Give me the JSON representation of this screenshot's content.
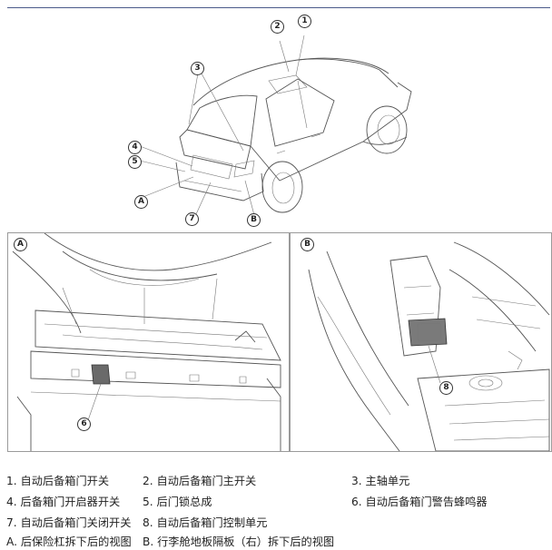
{
  "diagram": {
    "callouts_top": [
      "1",
      "2",
      "3",
      "4",
      "5",
      "A",
      "7",
      "B"
    ],
    "panel_a_label": "A",
    "panel_b_label": "B",
    "panel_a_callout": "6",
    "panel_b_callout": "8"
  },
  "legend": [
    {
      "id": "1",
      "text": "1. 自动后备箱门开关"
    },
    {
      "id": "2",
      "text": "2. 自动后备箱门主开关"
    },
    {
      "id": "3",
      "text": "3. 主轴单元"
    },
    {
      "id": "4",
      "text": "4. 后备箱门开启器开关"
    },
    {
      "id": "5",
      "text": "5. 后门锁总成"
    },
    {
      "id": "6",
      "text": "6. 自动后备箱门警告蜂鸣器"
    },
    {
      "id": "7",
      "text": "7. 自动后备箱门关闭开关"
    },
    {
      "id": "8",
      "text": "8. 自动后备箱门控制单元"
    },
    {
      "id": "A",
      "text": "A. 后保险杠拆下后的视图"
    },
    {
      "id": "B",
      "text": "B. 行李舱地板隔板（右）拆下后的视图"
    }
  ],
  "colors": {
    "rule": "#4a5a8a",
    "ink": "#222222",
    "border": "#9a9a9a"
  }
}
